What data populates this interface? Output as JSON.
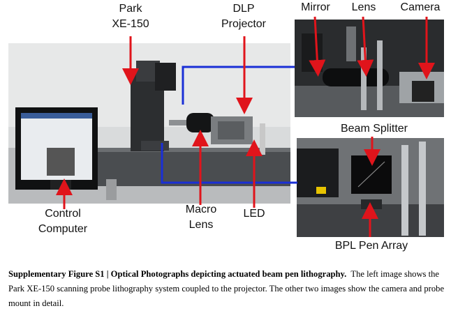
{
  "figure": {
    "labels": {
      "park_line1": "Park",
      "park_line2": "XE-150",
      "dlp_line1": "DLP",
      "dlp_line2": "Projector",
      "mirror": "Mirror",
      "lens": "Lens",
      "camera": "Camera",
      "beam_splitter": "Beam Splitter",
      "control_line1": "Control",
      "control_line2": "Computer",
      "macro_line1": "Macro",
      "macro_line2": "Lens",
      "led": "LED",
      "bpl_pen_array": "BPL Pen Array"
    },
    "colors": {
      "arrow_red": "#e0141b",
      "connector_blue": "#1a2fd6"
    }
  },
  "caption": {
    "title": "Supplementary Figure S1 | Optical Photographs depicting actuated beam pen lithography.",
    "body": "The left image shows the Park XE-150 scanning probe lithography system coupled to the projector. The other two images show the camera and probe mount in detail."
  }
}
